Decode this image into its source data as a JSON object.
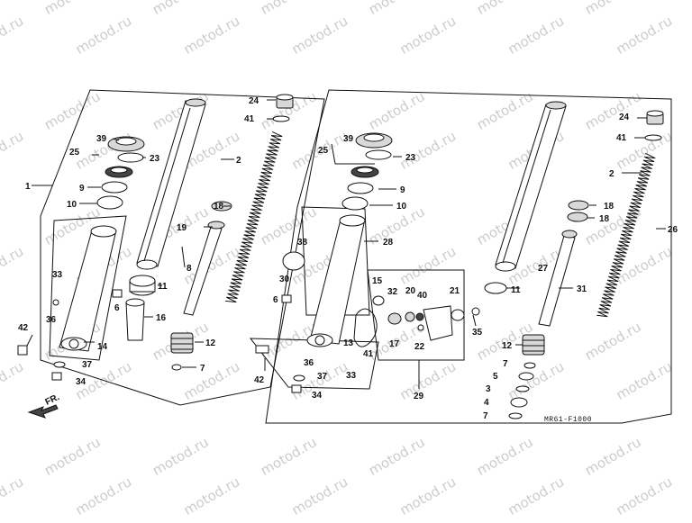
{
  "watermark": "motod.ru",
  "diagram_code": "MR61-F1000",
  "direction_label": "FR.",
  "labels": {
    "l1": "1",
    "l2a": "2",
    "l2b": "2",
    "l3": "3",
    "l4": "4",
    "l5": "5",
    "l6a": "6",
    "l6b": "6",
    "l7a": "7",
    "l7b": "7",
    "l7c": "7",
    "l8": "8",
    "l9a": "9",
    "l9b": "9",
    "l10a": "10",
    "l10b": "10",
    "l11a": "11",
    "l11b": "11",
    "l12a": "12",
    "l12b": "12",
    "l13": "13",
    "l14": "14",
    "l15": "15",
    "l16": "16",
    "l17": "17",
    "l18a": "18",
    "l18b": "18",
    "l18c": "18",
    "l19": "19",
    "l20": "20",
    "l21": "21",
    "l22": "22",
    "l23a": "23",
    "l23b": "23",
    "l24a": "24",
    "l24b": "24",
    "l25a": "25",
    "l25b": "25",
    "l26": "26",
    "l27": "27",
    "l28": "28",
    "l29": "29",
    "l30": "30",
    "l31": "31",
    "l32": "32",
    "l33a": "33",
    "l33b": "33",
    "l34a": "34",
    "l34b": "34",
    "l35": "35",
    "l36a": "36",
    "l36b": "36",
    "l37a": "37",
    "l37b": "37",
    "l38": "38",
    "l39a": "39",
    "l39b": "39",
    "l40": "40",
    "l41a": "41",
    "l41b": "41",
    "l41c": "41",
    "l42a": "42",
    "l42b": "42"
  },
  "colors": {
    "ink": "#111111",
    "watermark": "#cccccc",
    "background": "#ffffff"
  }
}
